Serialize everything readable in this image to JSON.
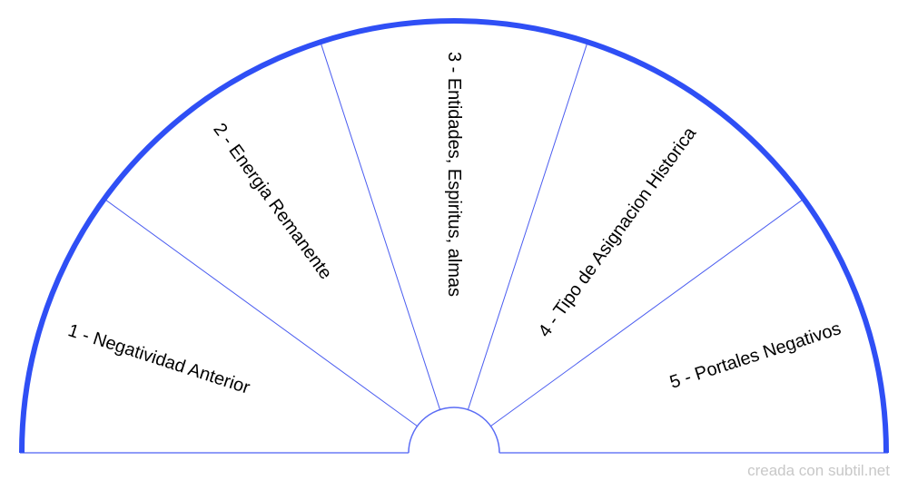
{
  "sectors": [
    {
      "label": "1 - Negatividad Anterior"
    },
    {
      "label": "2 - Energia Remanente"
    },
    {
      "label": "3 - Entidades, Espiritus, almas"
    },
    {
      "label": "4 - Tipo de Asignacion Historica"
    },
    {
      "label": "5 - Portales Negativos"
    }
  ],
  "credit": "creada con subtil.net",
  "colors": {
    "outer_arc": "#2f4ff5",
    "divider": "#4a5cf0",
    "baseline": "#8f9cf8"
  }
}
